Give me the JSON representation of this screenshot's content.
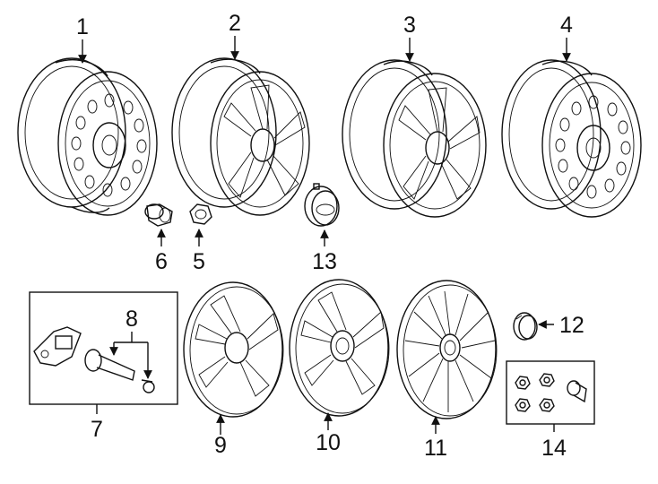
{
  "labels": {
    "p1": "1",
    "p2": "2",
    "p3": "3",
    "p4": "4",
    "p5": "5",
    "p6": "6",
    "p7": "7",
    "p8": "8",
    "p9": "9",
    "p10": "10",
    "p11": "11",
    "p12": "12",
    "p13": "13",
    "p14": "14"
  },
  "colors": {
    "ink": "#111111",
    "paper": "#ffffff"
  }
}
